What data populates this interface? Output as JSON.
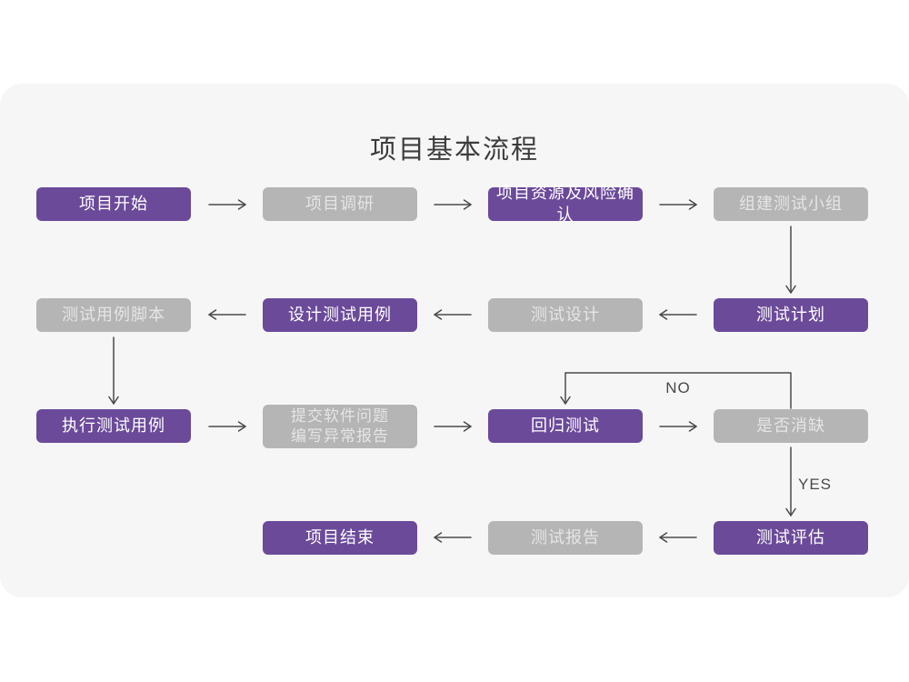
{
  "title": "项目基本流程",
  "flow": {
    "nodes": {
      "project_start": "项目开始",
      "project_research": "项目调研",
      "project_resources_risk": "项目资源及风险确认",
      "build_test_team": "组建测试小组",
      "test_case_script": "测试用例脚本",
      "design_test_cases": "设计测试用例",
      "test_design": "测试设计",
      "test_plan": "测试计划",
      "execute_test_cases": "执行测试用例",
      "submit_issue_report": "提交软件问题\n编写异常报告",
      "regression_test": "回归测试",
      "defect_cleared": "是否消缺",
      "project_end": "项目结束",
      "test_report": "测试报告",
      "test_evaluation": "测试评估"
    },
    "labels": {
      "no": "NO",
      "yes": "YES"
    },
    "edges": [
      {
        "from": "project_start",
        "to": "project_research"
      },
      {
        "from": "project_research",
        "to": "project_resources_risk"
      },
      {
        "from": "project_resources_risk",
        "to": "build_test_team"
      },
      {
        "from": "build_test_team",
        "to": "test_plan"
      },
      {
        "from": "test_plan",
        "to": "test_design"
      },
      {
        "from": "test_design",
        "to": "design_test_cases"
      },
      {
        "from": "design_test_cases",
        "to": "test_case_script"
      },
      {
        "from": "test_case_script",
        "to": "execute_test_cases"
      },
      {
        "from": "execute_test_cases",
        "to": "submit_issue_report"
      },
      {
        "from": "submit_issue_report",
        "to": "regression_test"
      },
      {
        "from": "regression_test",
        "to": "defect_cleared"
      },
      {
        "from": "defect_cleared",
        "to": "regression_test",
        "label": "NO"
      },
      {
        "from": "defect_cleared",
        "to": "test_evaluation",
        "label": "YES"
      },
      {
        "from": "test_evaluation",
        "to": "test_report"
      },
      {
        "from": "test_report",
        "to": "project_end"
      }
    ]
  },
  "colors": {
    "accent_purple": "#6b4a9a",
    "gray_box": "#b5b5b5",
    "panel_background": "#f6f6f7",
    "arrow": "#4a4a4a",
    "title_text": "#3d3d3d"
  }
}
